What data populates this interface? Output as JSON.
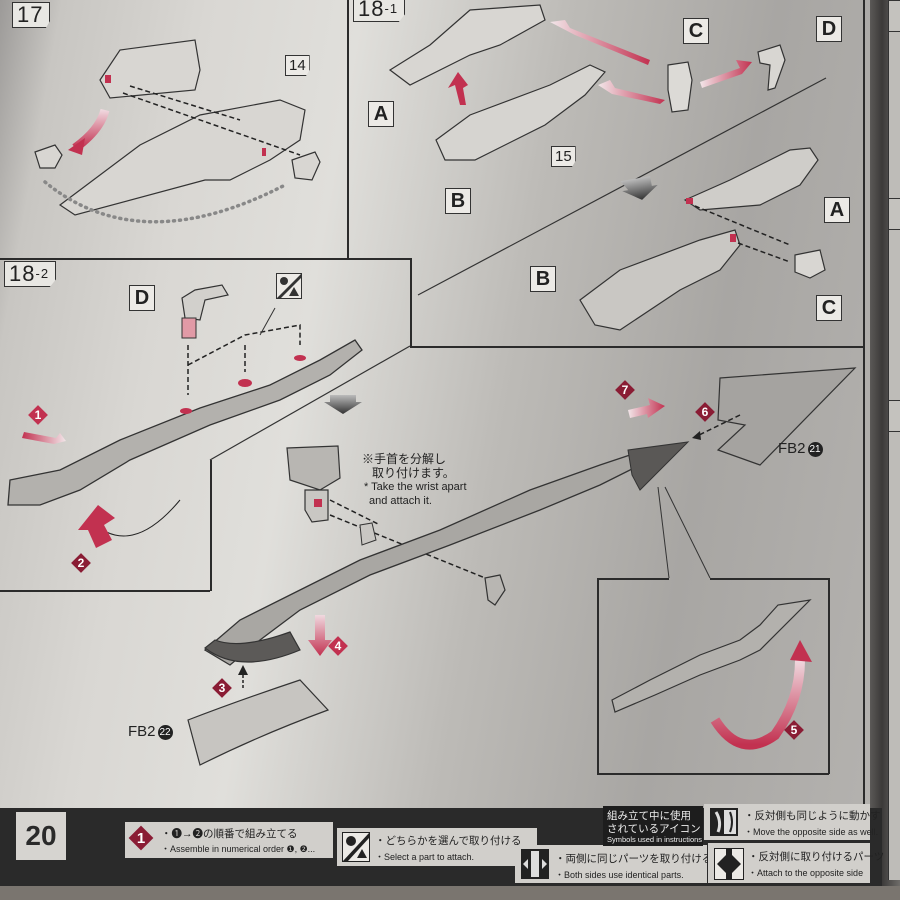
{
  "page": {
    "page_number": "20",
    "steps": [
      {
        "id": "17",
        "label_main": "17",
        "label_sub": ""
      },
      {
        "id": "18-1",
        "label_main": "18",
        "label_sub": "-1"
      },
      {
        "id": "18-2",
        "label_main": "18",
        "label_sub": "-2"
      }
    ]
  },
  "step17": {
    "part_number": "14"
  },
  "step18_1": {
    "parts": {
      "A": "A",
      "B": "B",
      "C": "C",
      "D": "D"
    },
    "part_number": "15",
    "result_parts": {
      "A": "A",
      "B": "B",
      "C": "C"
    }
  },
  "step18_2": {
    "part_D": "D",
    "wrist_note_jp_1": "※手首を分解し",
    "wrist_note_jp_2": "取り付けます。",
    "wrist_note_en_1": "* Take the wrist apart",
    "wrist_note_en_2": "and attach it.",
    "fb_upper_label": "FB2",
    "fb_upper_num": "21",
    "fb_lower_label": "FB2",
    "fb_lower_num": "22",
    "order_markers": [
      "1",
      "2",
      "3",
      "4",
      "5",
      "6",
      "7"
    ]
  },
  "footer": {
    "legend_title_jp_1": "組み立て中に使用",
    "legend_title_jp_2": "されているアイコン",
    "legend_title_en": "Symbols used in instructions",
    "items": [
      {
        "icon": "numbered-diamond-icon",
        "icon_text": "1",
        "jp": "・❶→❷の順番で組み立てる",
        "en": "・Assemble in numerical order ❶, ❷..."
      },
      {
        "icon": "select-part-icon",
        "jp": "・どちらかを選んで取り付ける",
        "en": "・Select a part to attach."
      },
      {
        "icon": "both-sides-icon",
        "jp": "・両側に同じパーツを取り付ける",
        "en": "・Both sides use identical parts."
      },
      {
        "icon": "move-opposite-icon",
        "jp": "・反対側も同じように動かす",
        "en": "・Move the opposite side as well."
      },
      {
        "icon": "attach-opposite-icon",
        "jp": "・反対側に取り付けるパーツ",
        "en": "・Attach to the opposite side"
      }
    ]
  },
  "colors": {
    "accent_red": "#c23150",
    "dark_red": "#8a1c34",
    "ink": "#222222",
    "paper": "#e0dfdb"
  }
}
